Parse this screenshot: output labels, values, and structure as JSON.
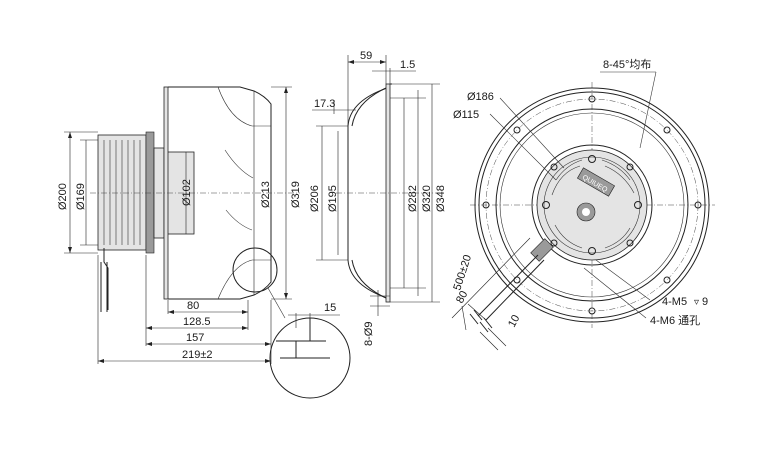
{
  "side_view": {
    "dia_200": "Ø200",
    "dia_169": "Ø169",
    "dia_102": "Ø102",
    "dia_213": "Ø213",
    "dia_319": "Ø319",
    "len_80": "80",
    "len_128_5": "128.5",
    "len_157": "157",
    "len_219": "219±2",
    "detail_15": "15"
  },
  "ring_view": {
    "top_59": "59",
    "top_1_5": "1.5",
    "left_17_3": "17.3",
    "dia_206": "Ø206",
    "dia_195": "Ø195",
    "dia_282": "Ø282",
    "dia_320": "Ø320",
    "dia_348": "Ø348",
    "holes_8": "8-Ø9"
  },
  "front_view": {
    "pattern": "8-45°均布",
    "dia_186": "Ø186",
    "dia_115": "Ø115",
    "cable_len": "500±20",
    "strip_80": "80",
    "strip_10": "10",
    "m5": "4-M5",
    "m5_depth": "9",
    "m6": "4-M6 通孔",
    "motor_badge": "QUIUEQ"
  }
}
